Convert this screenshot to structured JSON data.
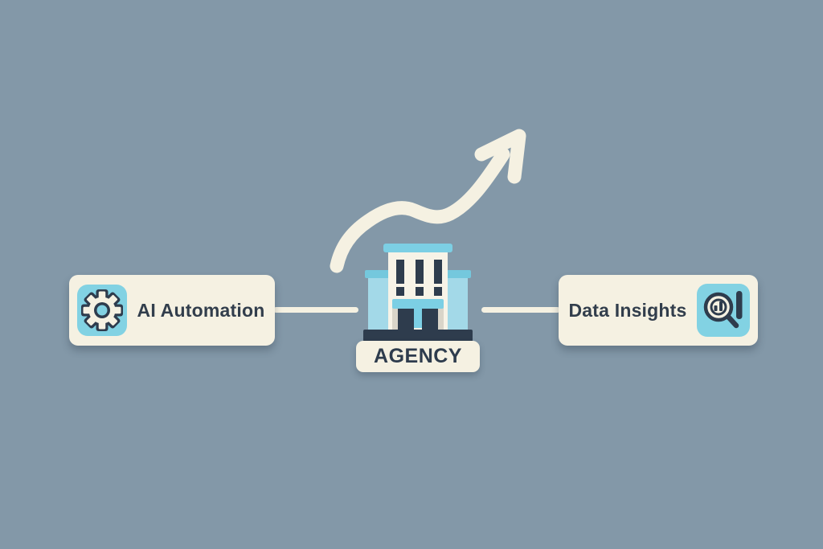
{
  "palette": {
    "bg": "#8398a8",
    "cream": "#f5f1e2",
    "navy": "#2e3c4d",
    "text": "#323e4c",
    "tile_blue": "#82d2e3",
    "roof_blue": "#7ccfe4",
    "wing_blue": "#a3d9e8",
    "cap_blue": "#74c8dd",
    "stone_gray": "#d9d5c9"
  },
  "diagram": {
    "left_node": {
      "label": "AI Automation",
      "icon": "gear-icon"
    },
    "center_node": {
      "label": "AGENCY",
      "icon": "building-icon"
    },
    "right_node": {
      "label": "Data Insights",
      "icon": "magnifier-bar-chart-icon"
    },
    "arrow": {
      "icon": "growth-arrow-icon"
    },
    "connectors": [
      "left-connector-line",
      "right-connector-line"
    ]
  }
}
